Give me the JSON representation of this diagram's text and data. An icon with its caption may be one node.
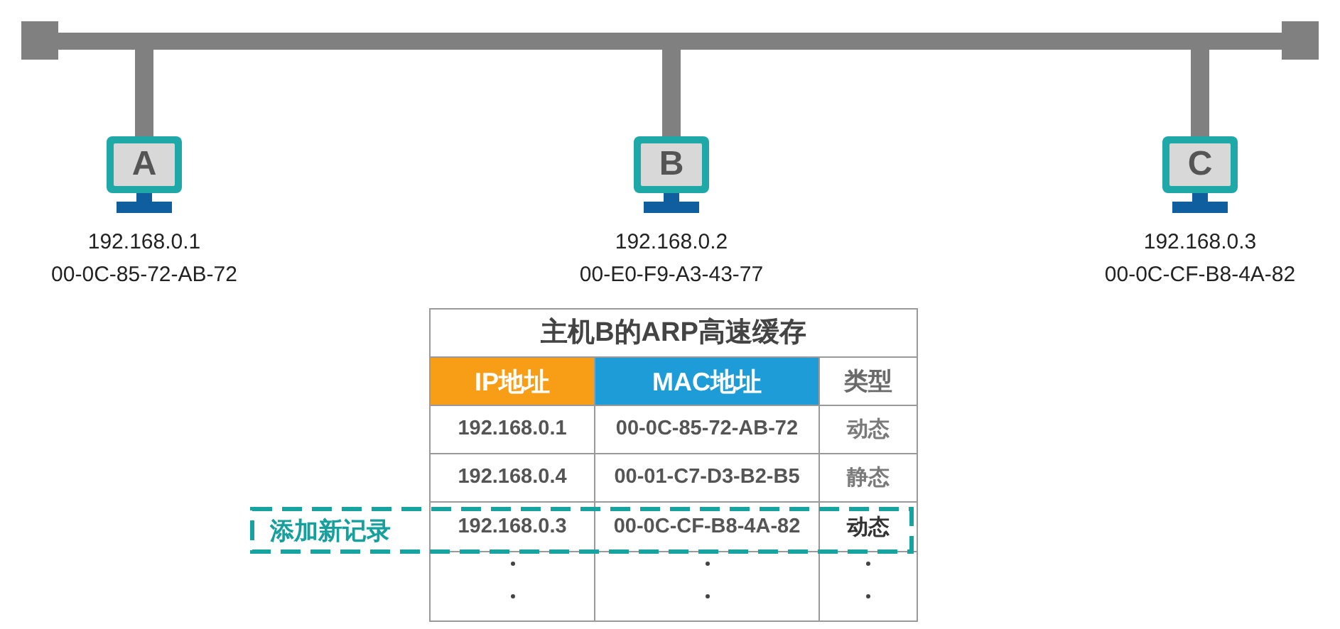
{
  "diagram": {
    "nodes": [
      {
        "text": [],
        "shape": "bar"
      },
      {
        "text": [
          "A"
        ],
        "beside": [
          "192.168.0.1",
          "00-0C-85-72-AB-72"
        ]
      },
      {
        "text": [
          "B"
        ],
        "beside": [
          "192.168.0.2",
          "00-E0-F9-A3-43-77"
        ]
      },
      {
        "text": [
          "C"
        ],
        "beside": [
          "192.168.0.3",
          "00-0C-CF-B8-4A-82"
        ]
      },
      {
        "text": [
          "添加新记录"
        ]
      }
    ],
    "edges": [
      {
        "from": 0,
        "to": 1,
        "arrow": "none"
      },
      {
        "from": 0,
        "to": 2,
        "arrow": "none"
      },
      {
        "from": 0,
        "to": 3,
        "arrow": "none"
      }
    ],
    "labels": [
      "主机B的ARP高速缓存",
      "IP地址",
      "MAC地址",
      "类型",
      "192.168.0.1",
      "00-0C-85-72-AB-72",
      "动态",
      "192.168.0.4",
      "00-01-C7-D3-B2-B5",
      "静态",
      "192.168.0.3",
      "00-0C-CF-B8-4A-82",
      "动态"
    ]
  }
}
